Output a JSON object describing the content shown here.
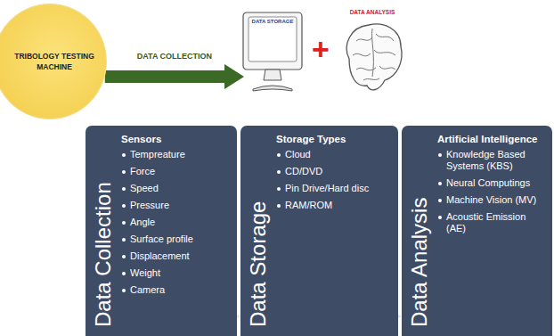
{
  "diagram": {
    "nodes": [
      {
        "text": [
          "TRIBOLOGY TESTING MACHINE"
        ]
      },
      {
        "text": [
          "DATA STORAGE"
        ]
      },
      {
        "text": [
          "DATA ANALYSIS"
        ]
      },
      {
        "text": [
          "Data Collection",
          "Sensors",
          "Tempreature",
          "Force",
          "Speed",
          "Pressure",
          "Angle",
          "Surface profile",
          "Displacement",
          "Weight",
          "Camera"
        ]
      },
      {
        "text": [
          "Data Storage",
          "Storage Types",
          "Cloud",
          "CD/DVD",
          "Pin Drive/Hard disc",
          "RAM/ROM"
        ]
      },
      {
        "text": [
          "Data Analysis",
          "Artificial Intelligence",
          "Knowledge Based Systems (KBS)",
          "Neural Computings",
          "Machine Vision (MV)",
          "Acoustic Emission (AE)"
        ]
      }
    ],
    "edges": [
      {
        "from": 0,
        "to": 1,
        "arrow": "to",
        "label": "DATA COLLECTION"
      },
      {
        "from": 3,
        "to": 4,
        "arrow": "to"
      },
      {
        "from": 4,
        "to": 5,
        "arrow": "to"
      }
    ],
    "labels": [
      "+"
    ]
  }
}
